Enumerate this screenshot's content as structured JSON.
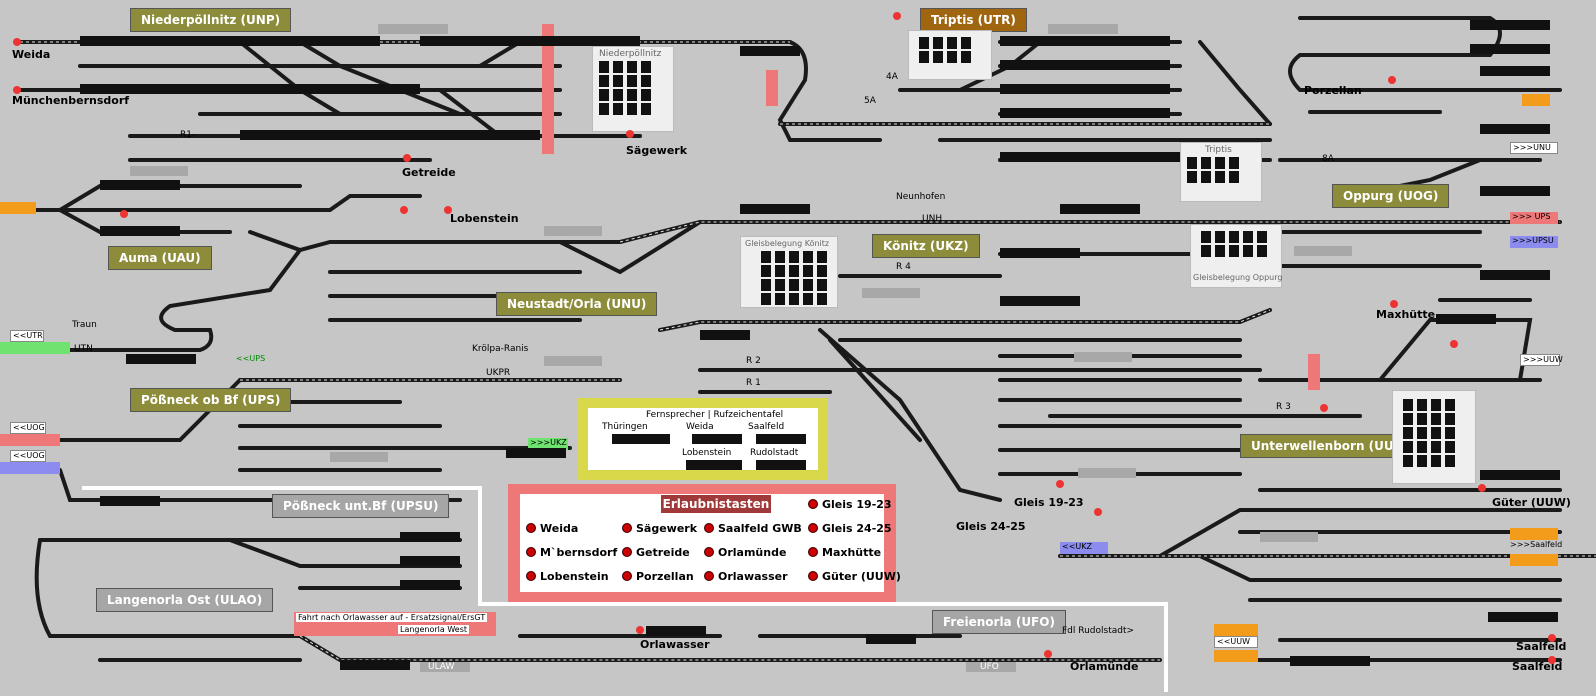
{
  "stations": {
    "unp": "Niederpöllnitz (UNP)",
    "utr": "Triptis (UTR)",
    "uog": "Oppurg (UOG)",
    "ukz": "Könitz (UKZ)",
    "uau": "Auma (UAU)",
    "unu": "Neustadt/Orla (UNU)",
    "ups": "Pößneck ob Bf (UPS)",
    "upsu": "Pößneck unt.Bf (UPSU)",
    "uuw": "Unterwellenborn (UUW)",
    "ulao": "Langenorla Ost (ULAO)",
    "ufo": "Freienorla (UFO)"
  },
  "places": {
    "weida": "Weida",
    "muenchenbernsdorf": "Münchenbernsdorf",
    "getreide": "Getreide",
    "saegewerk": "Sägewerk",
    "lobenstein": "Lobenstein",
    "porzellan": "Porzellan",
    "maxhuette": "Maxhütte",
    "gleis1923": "Gleis 19-23",
    "gleis2425": "Gleis 24-25",
    "gueter": "Güter (UUW)",
    "orlawasser": "Orlawasser",
    "orlamuende": "Orlamünde",
    "saalfeld1": "Saalfeld",
    "saalfeld2": "Saalfeld",
    "neunhofen": "Neunhofen",
    "traun": "Traun",
    "kroelpa": "Krölpa-Ranis",
    "langenorla_west": "Langenorla West",
    "fdl_rudolstadt": "Fdl Rudolstadt>",
    "niederpoellnitz_small": "Niederpöllnitz",
    "triptis_small": "Triptis"
  },
  "occupancy": {
    "koenitz": "Gleisbelegung Könitz",
    "oppurg": "Gleisbelegung Oppurg"
  },
  "track_labels": {
    "r1": "R1-",
    "r4": "R 4",
    "r2": "R 2",
    "r1b": "R 1",
    "r3": "R 3",
    "unh": "UNH",
    "utn": "UTN",
    "ukpr": "UKPR",
    "ulaw": "ULAW",
    "ufo": "UFO",
    "8a": "8A",
    "4a": "4A",
    "5a": "5A"
  },
  "tabs": {
    "unu": ">>>UNU",
    "ups": ">>> UPS",
    "upsu": ">>>UPSU",
    "uuw": ">>>UUW",
    "ukz": ">>>UKZ",
    "utr": "<<UTR",
    "ups_in": "<<UPS",
    "uog1": "<<UOG",
    "uog2": "<<UOG",
    "ukz_in": "<<UKZ",
    "saalfeld": ">>>Saalfeld",
    "uuw_in": "<<UUW"
  },
  "notice": "Fahrt nach Orlawasser auf - Ersatzsignal/ErsGT",
  "telephone": {
    "title": "Fernsprecher | Rufzeichentafel",
    "thueringen": "Thüringen",
    "weida": "Weida",
    "saalfeld": "Saalfeld",
    "lobenstein": "Lobenstein",
    "rudolstadt": "Rudolstadt"
  },
  "permissions": {
    "title": "Erlaubnistasten",
    "items": [
      "Weida",
      "Sägewerk",
      "Saalfeld GWB",
      "Gleis 19-23",
      "M`bernsdorf",
      "Getreide",
      "Orlamünde",
      "Gleis 24-25",
      "Lobenstein",
      "Porzellan",
      "Orlawasser",
      "Maxhütte",
      "Güter (UUW)"
    ]
  },
  "colors": {
    "background": "#c6c6c6",
    "station": "#8c8c3a",
    "permit": "#ee7878",
    "telephone": "#d8d84a",
    "signal": "#cc0000"
  }
}
